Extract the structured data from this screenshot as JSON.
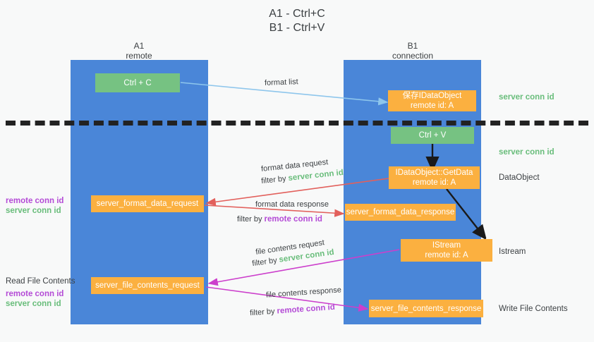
{
  "title": {
    "line1": "A1 - Ctrl+C",
    "line2": "B1 - Ctrl+V"
  },
  "columns": [
    {
      "name": "A1",
      "subtitle": "remote"
    },
    {
      "name": "B1",
      "subtitle": "connection"
    }
  ],
  "boxes": {
    "ctrl_c": "Ctrl + C",
    "ctrl_v": "Ctrl + V",
    "save_data_object": {
      "line1": "保存IDataObject",
      "line2": "remote id: A"
    },
    "get_data": {
      "line1": "IDataObject::GetData",
      "line2": "remote id: A"
    },
    "istream": {
      "line1": "IStream",
      "line2": "remote id: A"
    },
    "server_format_data_request": "server_format_data_request",
    "server_format_data_response": "server_format_data_response",
    "server_file_contents_request": "server_file_contents_request",
    "server_file_contents_response": "server_file_contents_response"
  },
  "right_labels": {
    "server_conn_id_top": "server conn id",
    "server_conn_id_second": "server conn id",
    "data_object": "DataObject",
    "istream": "Istream",
    "write_file_contents": "Write File Contents"
  },
  "left_labels": {
    "remote_conn_id_1": "remote conn id",
    "server_conn_id_1": "server conn id",
    "read_file_contents": "Read File Contents",
    "remote_conn_id_2": "remote conn id",
    "server_conn_id_2": "server conn id"
  },
  "arrows": {
    "format_list": "format list",
    "format_data_request": "format data request",
    "format_data_request_filter_prefix": "filter by ",
    "format_data_request_filter_value": "server conn id",
    "format_data_response": "format data response",
    "format_data_response_filter_prefix": "filter by ",
    "format_data_response_filter_value": "remote conn id",
    "file_contents_request": "file contents request",
    "file_contents_request_filter_prefix": "filter by ",
    "file_contents_request_filter_value": "server conn id",
    "file_contents_response": "file contents response",
    "file_contents_response_filter_prefix": "filter by ",
    "file_contents_response_filter_value": "remote conn id"
  },
  "colors": {
    "lane": "#4a86d8",
    "green_box": "#76c282",
    "orange_box": "#fbb040",
    "green_text": "#69bd7b",
    "purple_text": "#b44bd6",
    "arrow_blue": "#8ec6ec",
    "arrow_red": "#e2605c",
    "arrow_magenta": "#cc3fcc",
    "arrow_black": "#1a1a1a",
    "background": "#f8f9f9"
  }
}
